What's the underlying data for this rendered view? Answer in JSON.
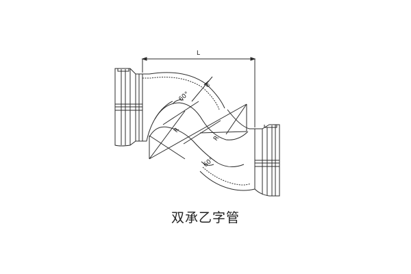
{
  "caption": "双承乙字管",
  "dimensions": {
    "length_label": "L",
    "thickness_label": "e",
    "radius_label_upper": "R",
    "radius_label_lower": "R",
    "angle_label_upper": "60°",
    "angle_label_lower": "60°"
  },
  "colors": {
    "line": "#2a2a2a",
    "background": "#ffffff"
  }
}
